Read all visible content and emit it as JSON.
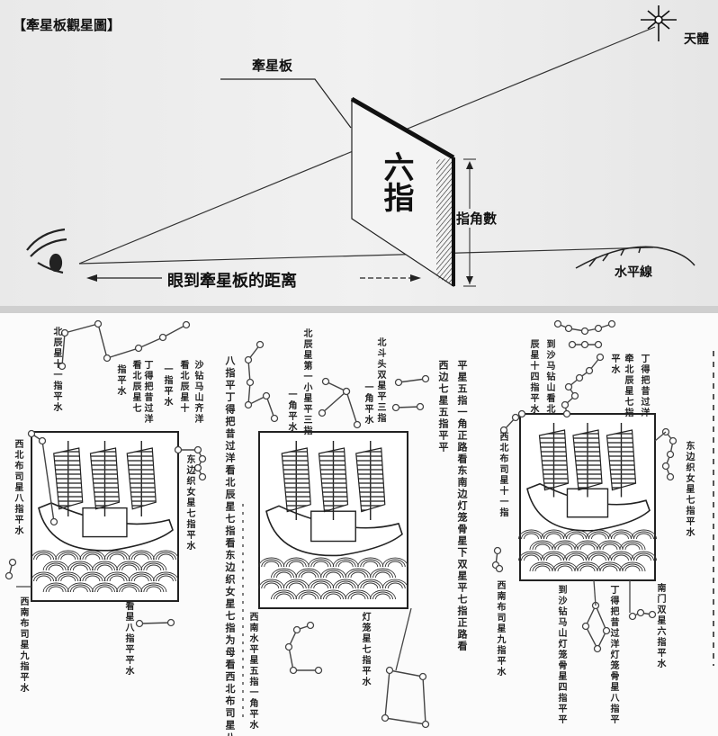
{
  "top": {
    "title": "【牽星板觀星圖】",
    "celestial_body": "天體",
    "board_name": "牽星板",
    "board_reading": "六指",
    "angle_label": "指角數",
    "distance_label": "眼到牽星板的距离",
    "horizon_label": "水平線"
  },
  "captions": [
    "北辰星十一指平水",
    "沙钻马山齐洋",
    "看北辰星十",
    "一指平水",
    "丁得把昔过洋",
    "看北辰星七",
    "指平水",
    "八指平丁得把昔过洋看北辰星七指看东边织女星七指为母看西北布司星八指",
    "西北布司星八指平水",
    "东边织女星七指平水",
    "西南布司星九指平水",
    "看星八指平平水",
    "北辰星第一小星平三指",
    "一角平水",
    "北斗头双星平三指",
    "一角平水",
    "平星五指一角正路看东南边灯笼骨星下双星平七指正路看",
    "西边七星五指平平",
    "西北布司星十一指",
    "西南水平星五指一角平水",
    "灯笼星七指平水",
    "西南布司星九指平水",
    "到沙马钻山看北",
    "辰星十四指平水",
    "丁得把昔过洋",
    "牵北辰星七指",
    "平水",
    "东边织女星七指平水",
    "到沙钻马山灯笼骨星四指平平",
    "丁得把昔过洋灯笼骨星八指平",
    "南门双星六指平水"
  ]
}
